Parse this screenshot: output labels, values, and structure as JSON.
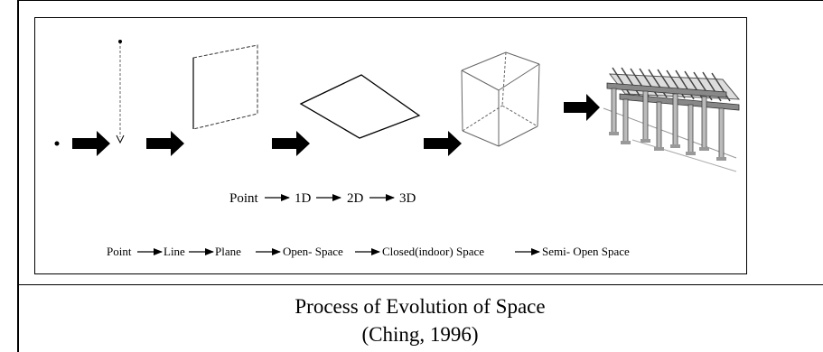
{
  "diagram": {
    "sequence_short": [
      "Point",
      "1D",
      "2D",
      "3D"
    ],
    "sequence_long": [
      "Point",
      "Line",
      "Plane",
      "Open- Space",
      "Closed(indoor) Space",
      "Semi- Open Space"
    ]
  },
  "caption": {
    "line1": "Process of Evolution of Space",
    "line2": "(Ching, 1996)"
  }
}
